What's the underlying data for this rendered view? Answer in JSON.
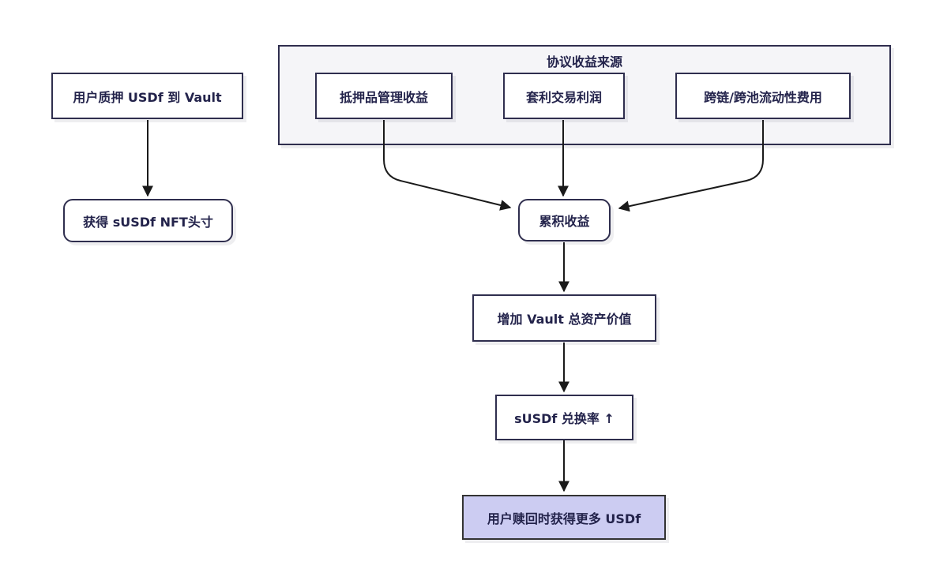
{
  "diagram": {
    "type": "flowchart",
    "background": "#ffffff",
    "colors": {
      "node_fill": "#ffffff",
      "node_border": "#2f2e4e",
      "text": "#23234b",
      "edge": "#1a1a1a",
      "subgraph_fill": "#f5f5f8",
      "highlight_fill": "#ccccf2",
      "highlight_border": "#333333"
    },
    "subgraph": {
      "title": "协议收益来源"
    },
    "nodes": {
      "stake": {
        "label": "用户质押 USDf 到 Vault",
        "shape": "rect"
      },
      "nft": {
        "label": "获得 sUSDf NFT头寸",
        "shape": "rounded"
      },
      "collateral": {
        "label": "抵押品管理收益",
        "shape": "rect"
      },
      "arbitrage": {
        "label": "套利交易利润",
        "shape": "rect"
      },
      "crosschain": {
        "label": "跨链/跨池流动性费用",
        "shape": "rect"
      },
      "accrue": {
        "label": "累积收益",
        "shape": "rounded"
      },
      "vault_value": {
        "label": "增加 Vault 总资产价值",
        "shape": "rect"
      },
      "rate": {
        "label": "sUSDf 兑换率 ↑",
        "shape": "rect"
      },
      "redeem": {
        "label": "用户赎回时获得更多 USDf",
        "shape": "rect-highlight"
      }
    },
    "edges": [
      {
        "from": "stake",
        "to": "nft"
      },
      {
        "from": "collateral",
        "to": "accrue"
      },
      {
        "from": "arbitrage",
        "to": "accrue"
      },
      {
        "from": "crosschain",
        "to": "accrue"
      },
      {
        "from": "accrue",
        "to": "vault_value"
      },
      {
        "from": "vault_value",
        "to": "rate"
      },
      {
        "from": "rate",
        "to": "redeem"
      }
    ]
  }
}
